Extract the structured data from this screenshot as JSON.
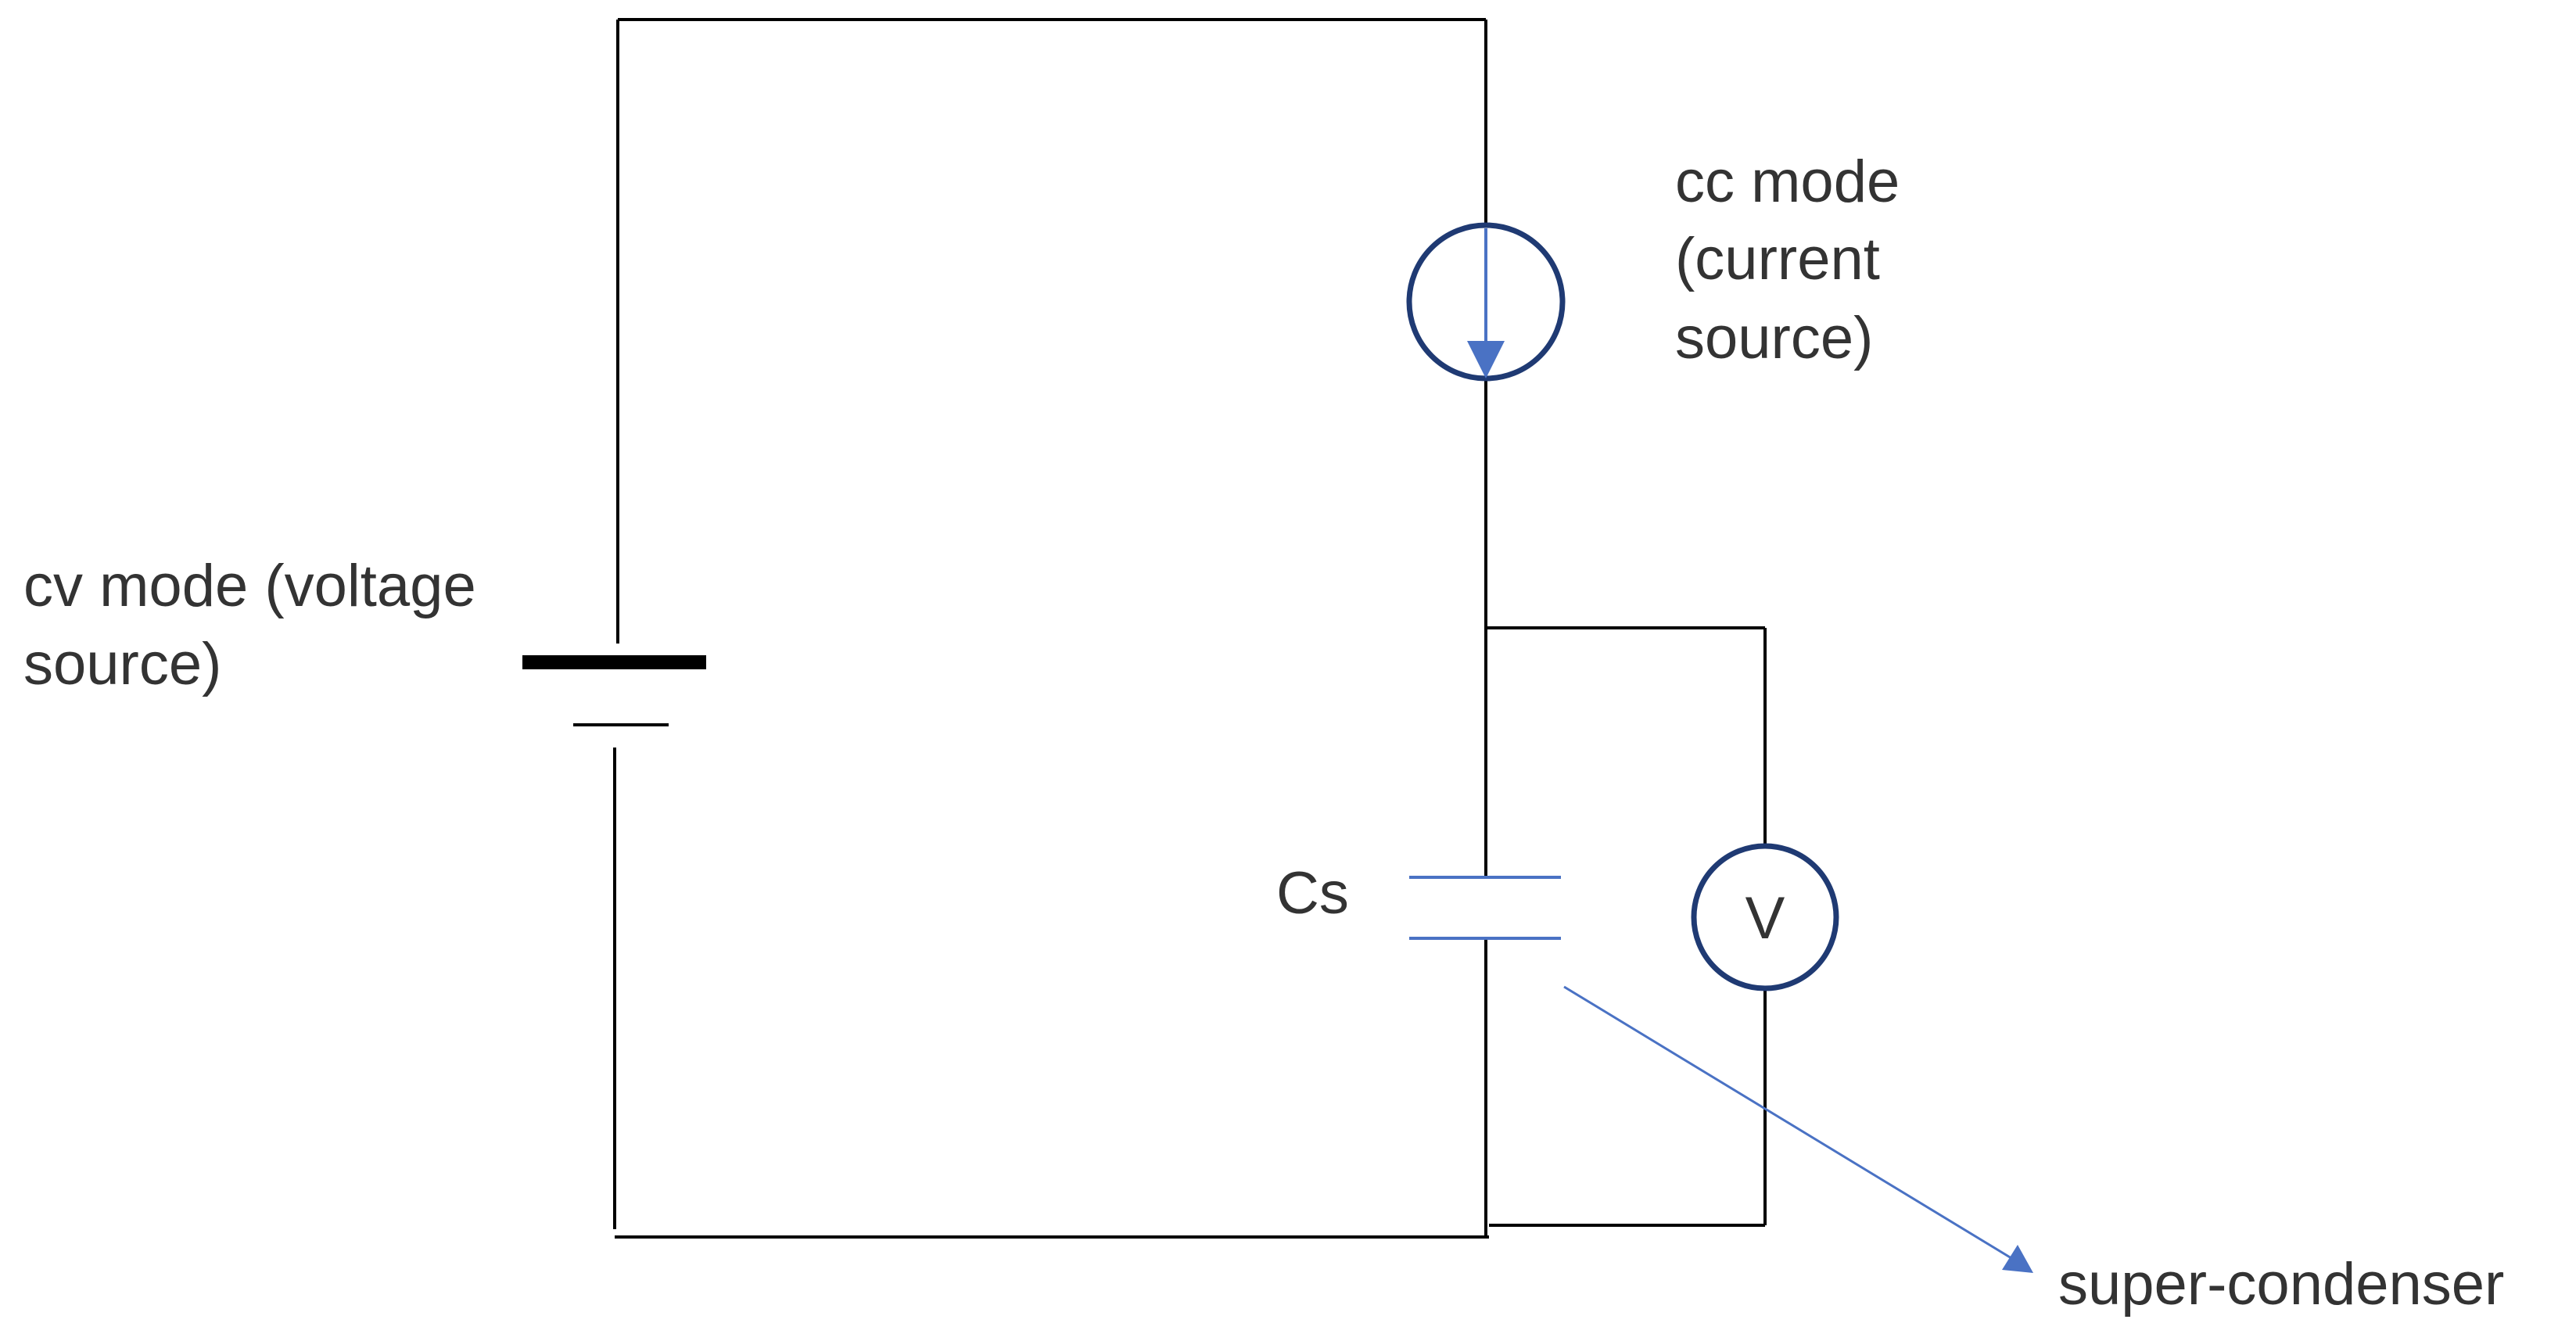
{
  "labels": {
    "cv_line1": "cv mode (voltage",
    "cv_line2": "source)",
    "cc_line1": "cc mode",
    "cc_line2": "(current",
    "cc_line3": "source)",
    "capacitor": "Cs",
    "voltmeter": "V",
    "pointer": "super-condenser"
  },
  "colors": {
    "wire": "#000000",
    "accent": "#4a72c4",
    "source_ring": "#1f3a73",
    "text": "#333333"
  },
  "icons": {
    "current_source": "circle-with-down-arrow-icon",
    "voltmeter": "circle-v-icon",
    "battery": "battery-cell-icon",
    "capacitor": "capacitor-icon"
  }
}
